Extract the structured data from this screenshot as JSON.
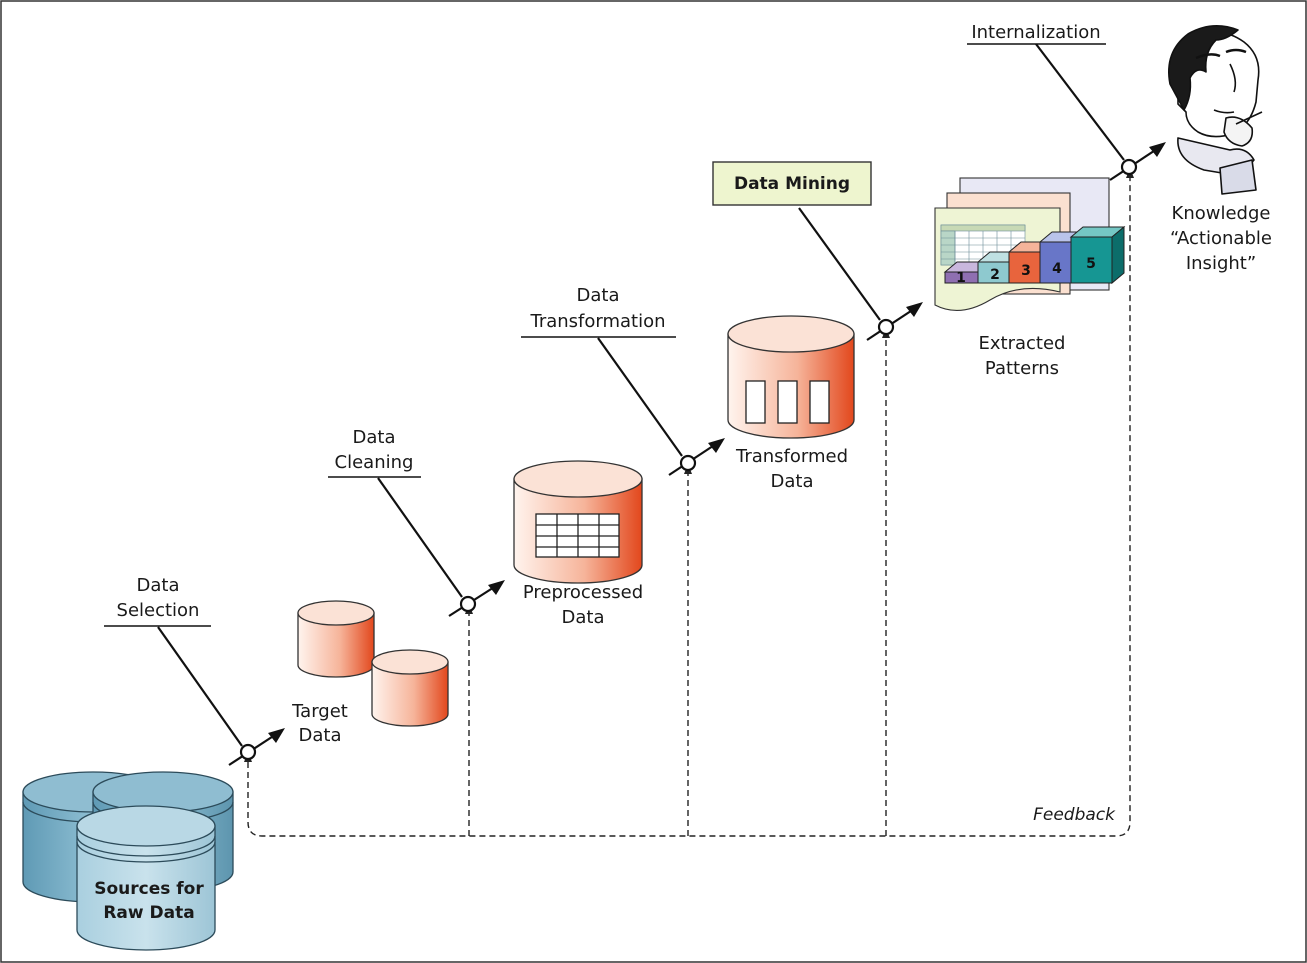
{
  "steps": {
    "selection": {
      "line1": "Data",
      "line2": "Selection"
    },
    "cleaning": {
      "line1": "Data",
      "line2": "Cleaning"
    },
    "transformation": {
      "line1": "Data",
      "line2": "Transformation"
    },
    "mining": {
      "label": "Data Mining"
    },
    "internalization": {
      "label": "Internalization"
    }
  },
  "stores": {
    "raw": {
      "line1": "Sources for",
      "line2": "Raw Data"
    },
    "target": {
      "line1": "Target",
      "line2": "Data"
    },
    "preprocessed": {
      "line1": "Preprocessed",
      "line2": "Data"
    },
    "transformed": {
      "line1": "Transformed",
      "line2": "Data"
    },
    "patterns": {
      "line1": "Extracted",
      "line2": "Patterns",
      "steps": [
        "1",
        "2",
        "3",
        "4",
        "5"
      ]
    },
    "knowledge": {
      "line1": "Knowledge",
      "line2": "“Actionable",
      "line3": "Insight”"
    }
  },
  "feedback": {
    "label": "Feedback"
  },
  "colors": {
    "cylinder_orange": "#e8552a",
    "cylinder_light": "#fce8de",
    "raw_blue": "#7fb0c6",
    "mining_box": "#eef5cf"
  }
}
